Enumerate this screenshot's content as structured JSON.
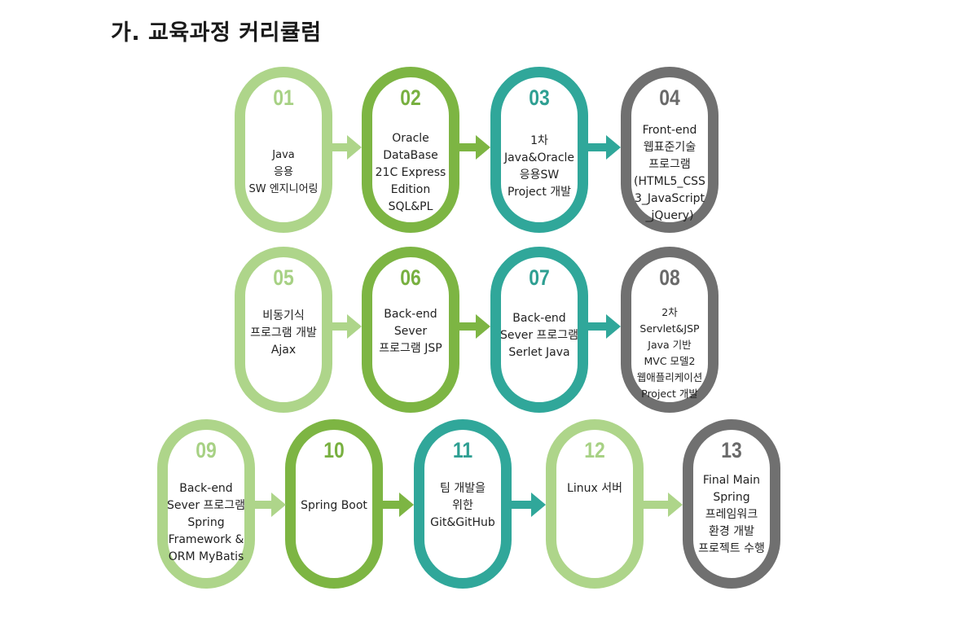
{
  "title": "가. 교육과정 커리큘럼",
  "colors": {
    "light": "#aed58a",
    "mid": "#7db543",
    "teal": "#30a79a",
    "gray": "#707070"
  },
  "steps": [
    {
      "num": "01",
      "lines": [
        "Java",
        "응용",
        "SW 엔지니어링"
      ]
    },
    {
      "num": "02",
      "lines": [
        "Oracle",
        "DataBase",
        "21C Express",
        "Edition",
        "SQL&PL"
      ]
    },
    {
      "num": "03",
      "lines": [
        "1차",
        "Java&Oracle",
        "응용SW",
        "Project 개발"
      ]
    },
    {
      "num": "04",
      "lines": [
        "Front-end",
        "웹표준기술",
        "프로그램",
        "(HTML5_CSS",
        "3_JavaScript",
        "_jQuery)"
      ]
    },
    {
      "num": "05",
      "lines": [
        "비동기식",
        "프로그램 개발",
        "Ajax"
      ]
    },
    {
      "num": "06",
      "lines": [
        "Back-end",
        "Sever",
        "프로그램 JSP"
      ]
    },
    {
      "num": "07",
      "lines": [
        "Back-end",
        "Sever 프로그램",
        "Serlet Java"
      ]
    },
    {
      "num": "08",
      "lines": [
        "2차",
        "Servlet&JSP",
        "Java 기반",
        "MVC 모델2",
        "웹애플리케이션",
        "Project 개발"
      ]
    },
    {
      "num": "09",
      "lines": [
        "Back-end",
        "Sever 프로그램",
        "Spring",
        "Framework &",
        "ORM MyBatis"
      ]
    },
    {
      "num": "10",
      "lines": [
        "Spring Boot"
      ]
    },
    {
      "num": "11",
      "lines": [
        "팀 개발을",
        "위한",
        "Git&GitHub"
      ]
    },
    {
      "num": "12",
      "lines": [
        "Linux 서버"
      ]
    },
    {
      "num": "13",
      "lines": [
        "Final Main",
        "Spring",
        "프레임워크",
        "환경 개발",
        "프로젝트 수행"
      ]
    }
  ]
}
